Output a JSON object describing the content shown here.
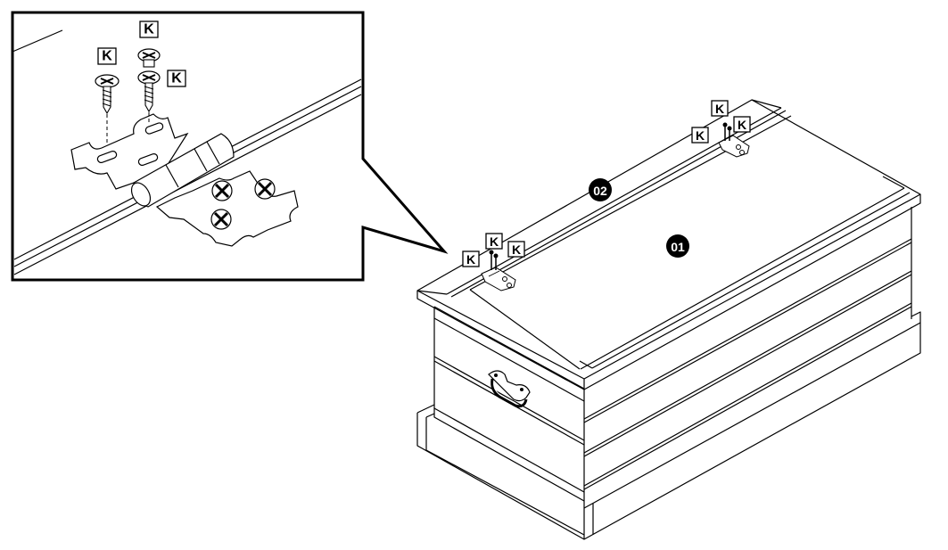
{
  "labels": {
    "part_lid": "01",
    "part_back": "02",
    "fastener": "K"
  },
  "colors": {
    "line": "#000000",
    "background": "#ffffff",
    "badge_fill": "#000000",
    "hinge_fill": "#ffffff"
  }
}
